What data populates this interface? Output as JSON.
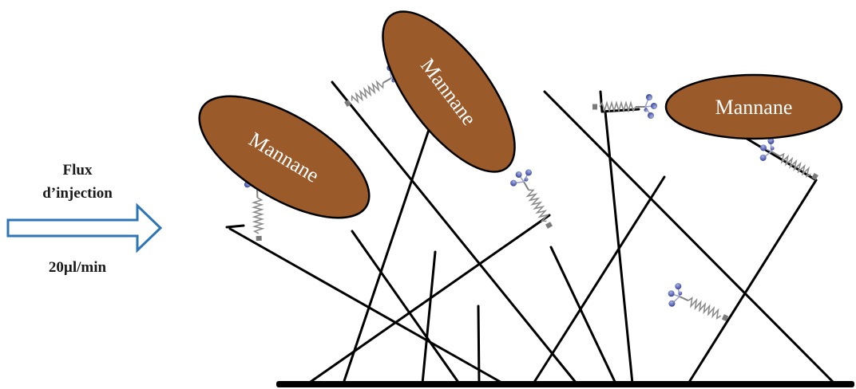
{
  "flow": {
    "title_line1": "Flux",
    "title_line2": "d’injection",
    "rate": "20µl/min",
    "arrow_color": "#2e75b6"
  },
  "mannan": {
    "label": "Mannane",
    "fill_color": "#9a5a2a",
    "text_color": "#ffffff"
  },
  "colors": {
    "fiber": "#000000",
    "receptor_head": "#4a55a8"
  }
}
